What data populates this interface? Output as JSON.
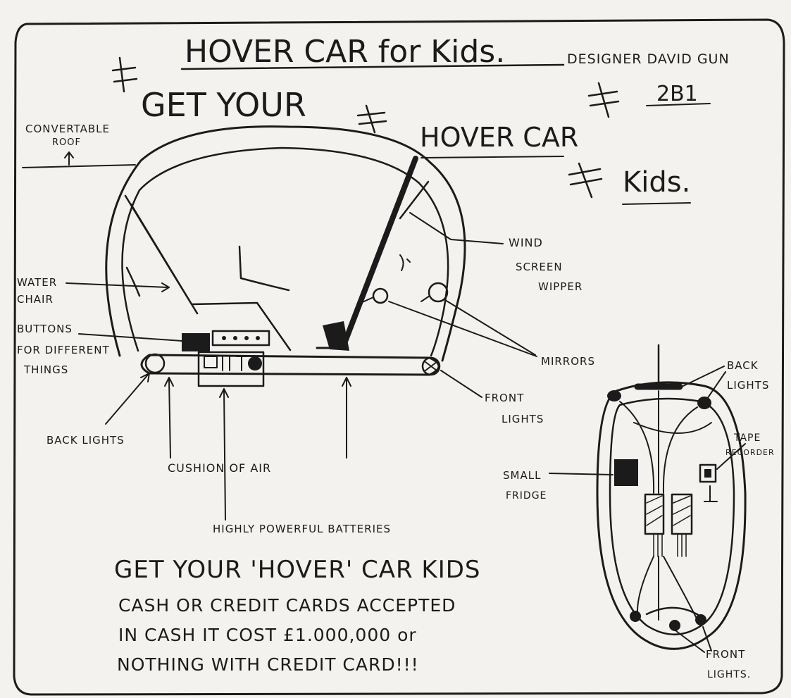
{
  "title": "HOVER CAR for Kids.",
  "designer": "DESIGNER DAVID GUN",
  "class_code": "2B1",
  "slogan": {
    "line1": "GET YOUR",
    "line2": "HOVER CAR",
    "line3": "Kids."
  },
  "labels": {
    "convertable_roof_1": "CONVERTABLE",
    "convertable_roof_2": "ROOF",
    "water_chair_1": "WATER",
    "water_chair_2": "CHAIR",
    "buttons_1": "BUTTONS",
    "buttons_2": "FOR DIFFERENT",
    "buttons_3": "THINGS",
    "back_lights_side": "BACK LIGHTS",
    "cushion_of_air": "CUSHION OF AIR",
    "batteries": "HIGHLY POWERFUL BATTERIES",
    "wind_screen_1": "WIND",
    "wind_screen_2": "SCREEN",
    "wind_screen_3": "WIPPER",
    "mirrors": "MIRRORS",
    "front_lights_side_1": "FRONT",
    "front_lights_side_2": "LIGHTS",
    "back_lights_top_1": "BACK",
    "back_lights_top_2": "LIGHTS",
    "tape_recorder_1": "TAPE",
    "tape_recorder_2": "RECORDER",
    "small_fridge_1": "SMALL",
    "small_fridge_2": "FRIDGE",
    "front_lights_top_1": "FRONT",
    "front_lights_top_2": "LIGHTS."
  },
  "advert": {
    "line1": "GET YOUR 'HOVER' CAR KIDS",
    "line2": "CASH OR CREDIT CARDS ACCEPTED",
    "line3": "IN CASH IT COST £1.000,000 or",
    "line4": "NOTHING WITH CREDIT CARD!!!"
  }
}
